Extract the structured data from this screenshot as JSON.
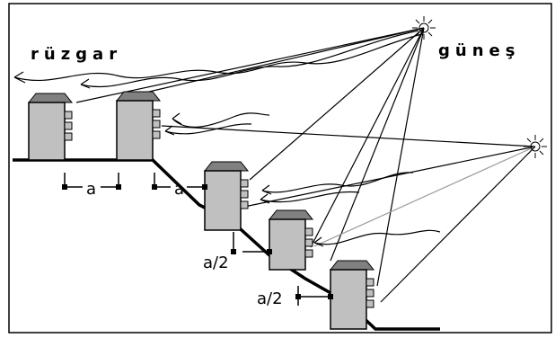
{
  "labels": {
    "wind": "rüzgar",
    "sun": "güneş",
    "spacing_full": "a",
    "spacing_half": "a/2"
  },
  "colors": {
    "building_fill": "#c0c0c0",
    "roof_fill": "#808080",
    "line": "#000000",
    "frame": "#000000",
    "background": "#ffffff"
  },
  "icons": [
    "sun-icon",
    "wind-arrow-icon",
    "building-icon"
  ]
}
